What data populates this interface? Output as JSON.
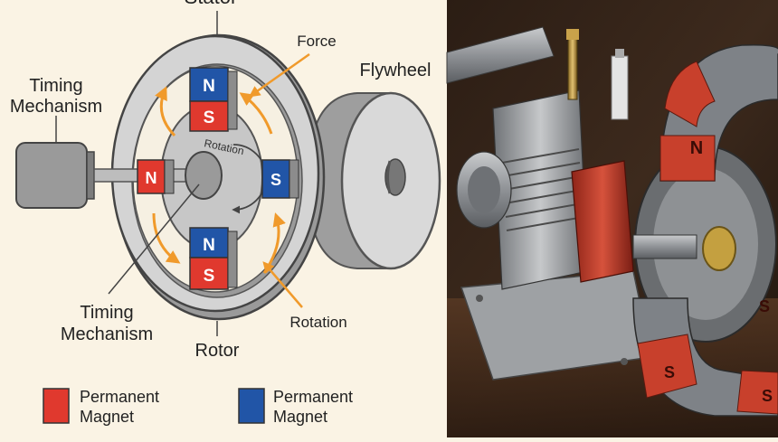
{
  "diagram": {
    "labels": {
      "stator": "Stator",
      "force": "Force",
      "flywheel": "Flywheel",
      "timing_top": [
        "Timing",
        "Mechanism"
      ],
      "timing_bottom": [
        "Timing",
        "Mechanism"
      ],
      "rotation_center": "Rotation",
      "rotation_right": "Rotation",
      "rotor": "Rotor"
    },
    "magnets": {
      "top": [
        "N",
        "S"
      ],
      "left": [
        "N",
        ""
      ],
      "right": [
        "S",
        ""
      ],
      "bottom": [
        "N",
        "S"
      ]
    },
    "legend": [
      {
        "color": "#e0392e",
        "lines": [
          "Permanent",
          "Magnet"
        ]
      },
      {
        "color": "#2155a7",
        "lines": [
          "Permanent",
          "Magnet"
        ]
      }
    ]
  },
  "photo": {
    "magnet_poles": [
      "N",
      "S",
      "S",
      "S"
    ]
  },
  "colors": {
    "background": "#faf3e4",
    "magnet_red": "#e0392e",
    "magnet_blue": "#2155a7",
    "arrow_orange": "#f09a2b",
    "gray_light": "#d6d6d6",
    "gray_mid": "#b8b8b8",
    "gray_dark": "#8c8c8c"
  }
}
